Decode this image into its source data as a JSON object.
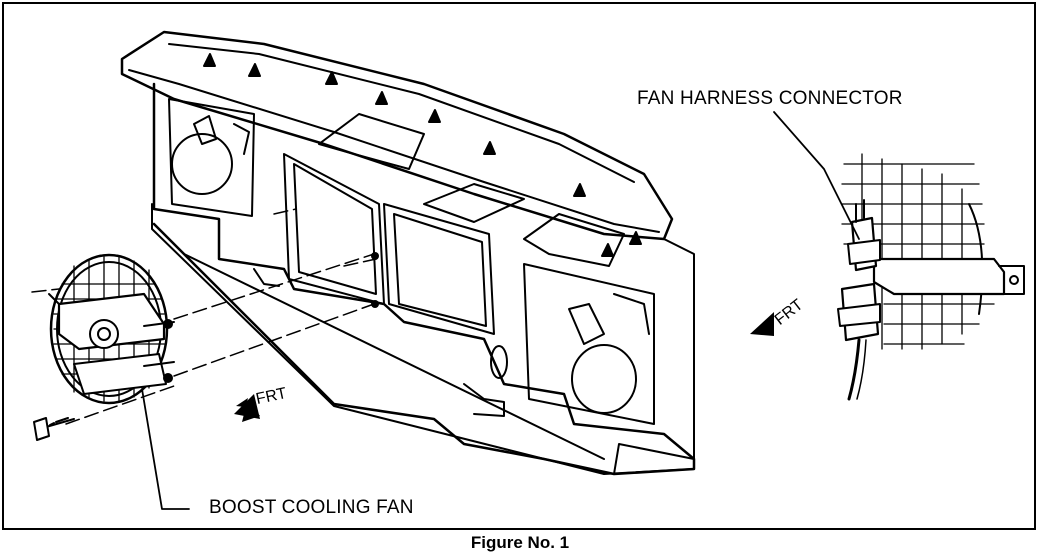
{
  "labels": {
    "fan_harness_connector": "FAN HARNESS CONNECTOR",
    "boost_cooling_fan": "BOOST COOLING FAN",
    "front_arrow_left": "FRT",
    "front_arrow_right": "FRT"
  },
  "caption": "Figure No. 1",
  "colors": {
    "ink": "#000000",
    "paper": "#ffffff"
  }
}
